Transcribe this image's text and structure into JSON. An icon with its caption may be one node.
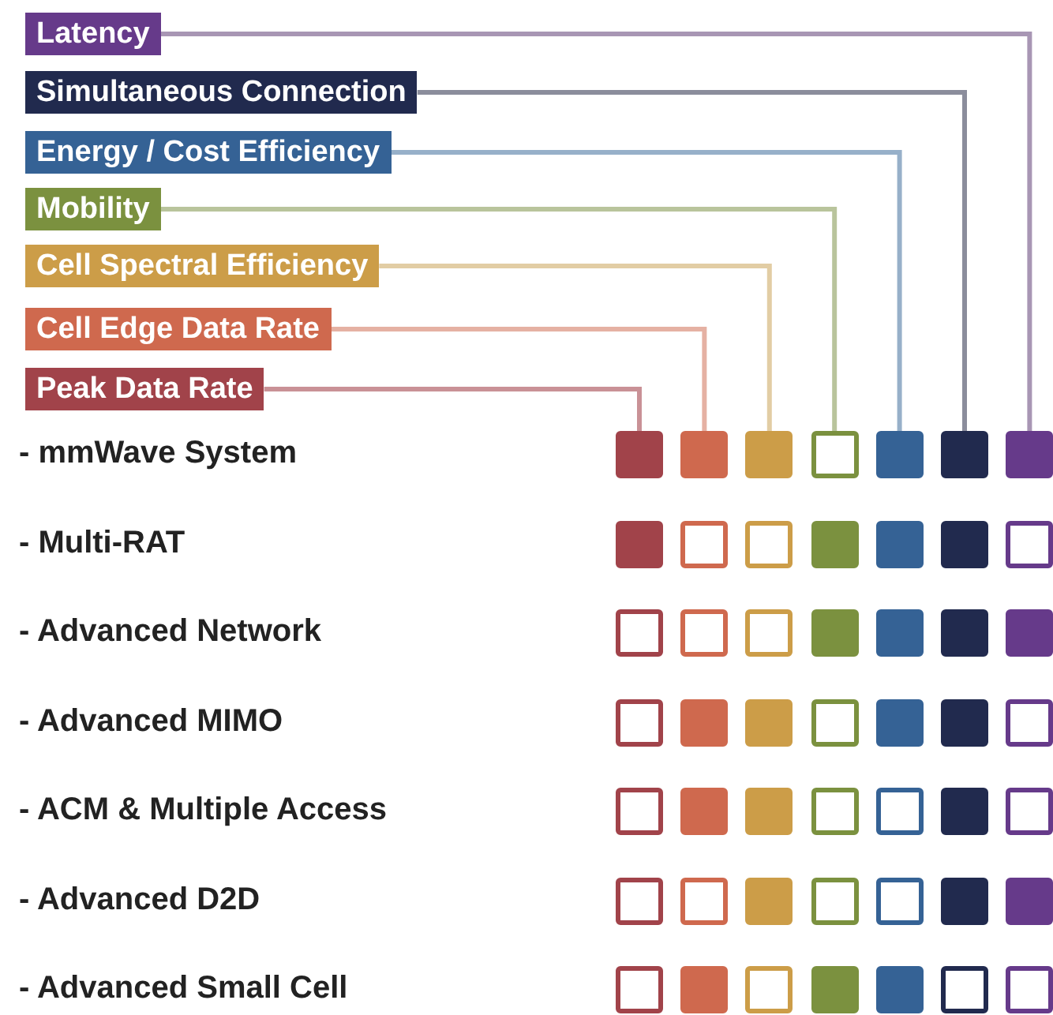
{
  "diagram": {
    "nodes": [
      {
        "text": [
          "Latency"
        ]
      },
      {
        "text": [
          "Simultaneous Connection"
        ]
      },
      {
        "text": [
          "Energy / Cost Efficiency"
        ]
      },
      {
        "text": [
          "Mobility"
        ]
      },
      {
        "text": [
          "Cell Spectral Efficiency"
        ]
      },
      {
        "text": [
          "Cell Edge Data Rate"
        ]
      },
      {
        "text": [
          "Peak Data Rate"
        ]
      },
      {
        "text": [],
        "shape": "block"
      },
      {
        "text": [],
        "shape": "block"
      },
      {
        "text": [],
        "shape": "block"
      },
      {
        "text": [],
        "shape": "box"
      },
      {
        "text": [],
        "shape": "block"
      },
      {
        "text": [],
        "shape": "block"
      },
      {
        "text": [],
        "shape": "block"
      },
      {
        "text": [],
        "shape": "block"
      },
      {
        "text": [],
        "shape": "box"
      },
      {
        "text": [],
        "shape": "box"
      },
      {
        "text": [],
        "shape": "block"
      },
      {
        "text": [],
        "shape": "block"
      },
      {
        "text": [],
        "shape": "block"
      },
      {
        "text": [],
        "shape": "box"
      },
      {
        "text": [],
        "shape": "box"
      },
      {
        "text": [],
        "shape": "box"
      },
      {
        "text": [],
        "shape": "box"
      },
      {
        "text": [],
        "shape": "block"
      },
      {
        "text": [],
        "shape": "block"
      },
      {
        "text": [],
        "shape": "block"
      },
      {
        "text": [],
        "shape": "block"
      },
      {
        "text": [],
        "shape": "box"
      },
      {
        "text": [],
        "shape": "block"
      },
      {
        "text": [],
        "shape": "block"
      },
      {
        "text": [],
        "shape": "box"
      },
      {
        "text": [],
        "shape": "block"
      },
      {
        "text": [],
        "shape": "block"
      },
      {
        "text": [],
        "shape": "box"
      },
      {
        "text": [],
        "shape": "box"
      },
      {
        "text": [],
        "shape": "block"
      },
      {
        "text": [],
        "shape": "block"
      },
      {
        "text": [],
        "shape": "box"
      },
      {
        "text": [],
        "shape": "box"
      },
      {
        "text": [],
        "shape": "block"
      },
      {
        "text": [],
        "shape": "box"
      },
      {
        "text": [],
        "shape": "box"
      },
      {
        "text": [],
        "shape": "box"
      },
      {
        "text": [],
        "shape": "block"
      },
      {
        "text": [],
        "shape": "box"
      },
      {
        "text": [],
        "shape": "box"
      },
      {
        "text": [],
        "shape": "block"
      },
      {
        "text": [],
        "shape": "block"
      },
      {
        "text": [],
        "shape": "box"
      },
      {
        "text": [],
        "shape": "block"
      },
      {
        "text": [],
        "shape": "box"
      },
      {
        "text": [],
        "shape": "block"
      },
      {
        "text": [],
        "shape": "block"
      },
      {
        "text": [],
        "shape": "box"
      },
      {
        "text": [],
        "shape": "box"
      }
    ],
    "edges": [
      {
        "from": 0,
        "to": 13,
        "arrow": "none"
      },
      {
        "from": 1,
        "to": 12,
        "arrow": "none"
      },
      {
        "from": 2,
        "to": 11,
        "arrow": "none"
      },
      {
        "from": 3,
        "to": 10,
        "arrow": "none"
      },
      {
        "from": 4,
        "to": 9,
        "arrow": "none"
      },
      {
        "from": 5,
        "to": 8,
        "arrow": "none"
      },
      {
        "from": 6,
        "to": 7,
        "arrow": "none"
      }
    ],
    "labels": [
      "- mmWave System",
      "- Multi-RAT",
      "- Advanced Network",
      "- Advanced MIMO",
      "- ACM & Multiple Access",
      "- Advanced D2D",
      "- Advanced Small Cell"
    ]
  }
}
